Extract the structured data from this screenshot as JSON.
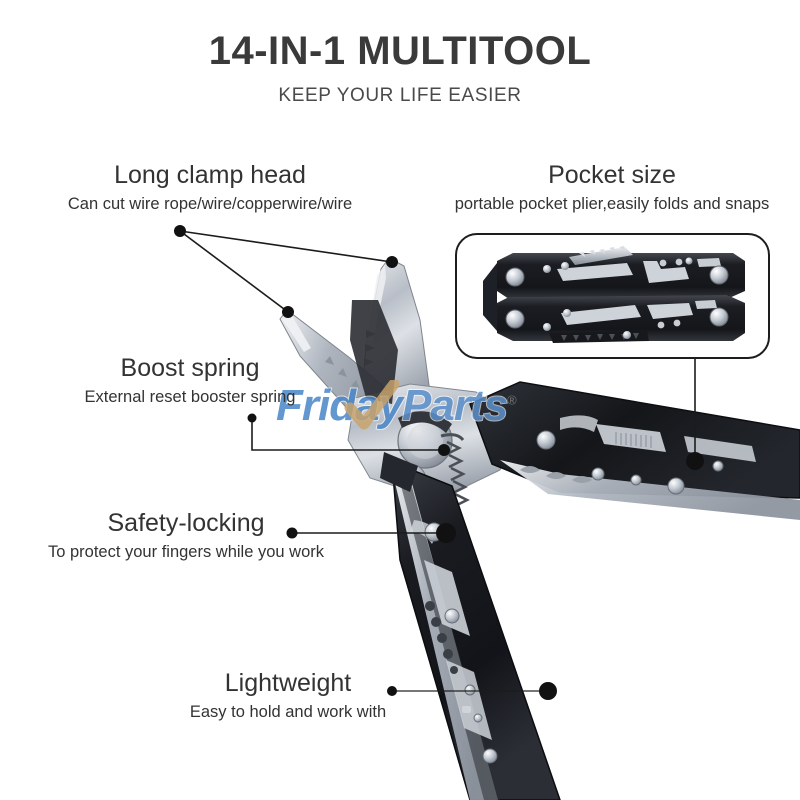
{
  "header": {
    "title": "14-IN-1 MULTITOOL",
    "subtitle": "KEEP YOUR LIFE EASIER"
  },
  "watermark": {
    "text_part1": "Friday",
    "text_part2": "Parts",
    "registered_mark": "®",
    "brand_color": "#4a86c8",
    "check_color": "#c9a36a"
  },
  "callouts": [
    {
      "id": "long-clamp-head",
      "title": "Long clamp head",
      "description": "Can cut wire rope/wire/copperwire/wire"
    },
    {
      "id": "pocket-size",
      "title": "Pocket size",
      "description": "portable pocket plier,easily folds and snaps"
    },
    {
      "id": "boost-spring",
      "title": "Boost spring",
      "description": "External reset booster spring"
    },
    {
      "id": "safety-locking",
      "title": "Safety-locking",
      "description": "To protect your fingers while you work"
    },
    {
      "id": "lightweight",
      "title": "Lightweight",
      "description": "Easy to hold and work with"
    }
  ],
  "product": {
    "inset_label": "folded-multitool-photo",
    "main_label": "open-pliers-multitool-photo",
    "handle_color": "#1b1d22",
    "steel_color": "#b9bec6",
    "background": "#ffffff"
  }
}
